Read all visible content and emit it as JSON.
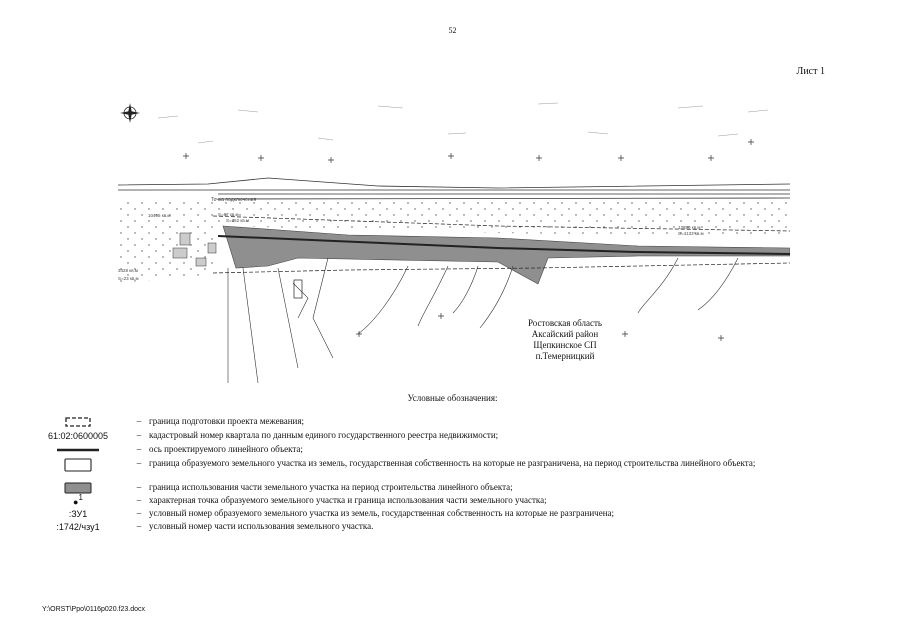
{
  "page_number": "52",
  "sheet_label": "Лист 1",
  "map": {
    "place_labels": [
      "Ростовская область",
      "Аксайский район",
      "Щепкинское СП",
      "п.Темерницкий"
    ],
    "point_label": "Точка подключения",
    "area_labels": [
      "10495 кв.м",
      "3428 кв.м",
      "S=87 кв.м",
      "S=352 кв.м",
      "S=23 кв.м",
      "13899 кв.м",
      "S=4133 кв.м"
    ]
  },
  "legend_title": "Условные обозначения:",
  "legend": {
    "cadastral_number": "61:02:0600005",
    "point_number": "1",
    "plot_number": ":ЗУ1",
    "part_number": ":1742/чзу1",
    "items": [
      "граница подготовки проекта межевания;",
      "кадастровый номер квартала по данным единого государственного реестра недвижимости;",
      "ось проектируемого линейного объекта;",
      "граница образуемого земельного участка из земель, государственная собственность на которые не разграничена, на период строительства линейного объекта;",
      "граница использования части земельного участка на период строительства линейного объекта;",
      "характерная точка образуемого земельного участка и граница использования части земельного участка;",
      "условный номер образуемого земельного участка из земель, государственная собственность на которые не разграничена;",
      "условный номер части использования земельного участка."
    ]
  },
  "footer_path": "Y:\\ORST\\Ppo\\0116p020.f23.docx",
  "colors": {
    "shade": "#8f8f8f",
    "line": "#222222"
  }
}
